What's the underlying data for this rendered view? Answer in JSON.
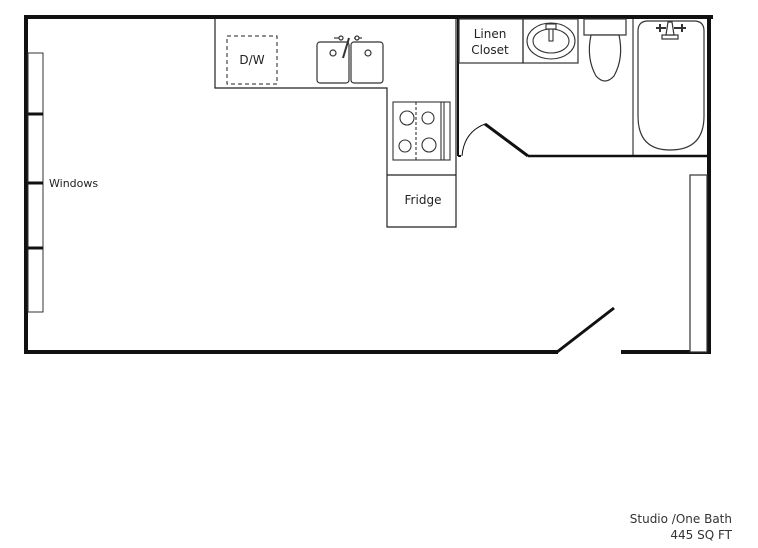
{
  "floorplan": {
    "labels": {
      "dishwasher": "D/W",
      "linen_closet_line1": "Linen",
      "linen_closet_line2": "Closet",
      "fridge": "Fridge",
      "windows": "Windows"
    },
    "unit_type": "Studio /One Bath",
    "area": "445 SQ FT",
    "colors": {
      "wall": "#111111",
      "fixture": "#333333",
      "background": "#ffffff"
    }
  }
}
